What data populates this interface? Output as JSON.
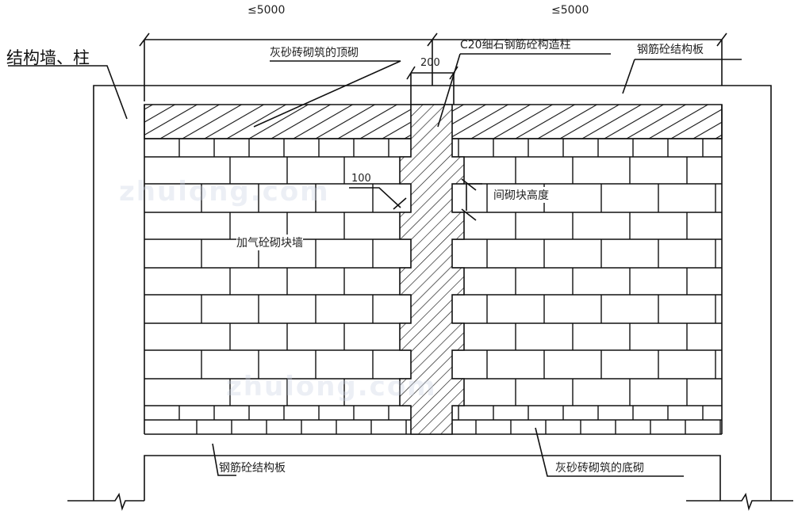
{
  "dimensions": {
    "left_span": "≤5000",
    "right_span": "≤5000",
    "column_width": "200",
    "tie_depth": "100"
  },
  "labels": {
    "structural_wall_column": "结构墙、柱",
    "top_course": "灰砂砖砌筑的顶砌",
    "tie_column": "C20细石钢筋砼构造柱",
    "top_slab": "钢筋砼结构板",
    "block_height": "间砌块高度",
    "aac_block_wall": "加气砼砌块墙",
    "bottom_slab": "钢筋砼结构板",
    "bottom_course": "灰砂砖砌筑的底砌"
  },
  "watermark": "zhulong.com",
  "colors": {
    "line": "#111111",
    "watermark": "#c8d2e1"
  }
}
